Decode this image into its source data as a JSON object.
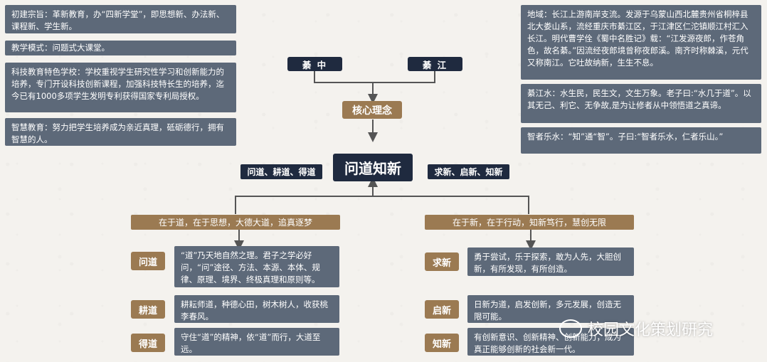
{
  "left_boxes": [
    "初建宗旨：革新教育，办“四新学堂”，即思想新、办法新、课程新、学生新。",
    "教学模式：问题式大课堂。",
    "科技教育特色学校：学校重视学生研究性学习和创新能力的培养，专门开设科技创新课程，加强科技特长生的培养，迄今已有1000多项学生发明专利获得国家专利局授权。",
    "智慧教育：努力把学生培养成为亲近真理，砥砺德行，拥有智慧的人。"
  ],
  "right_boxes": [
    "地域：长江上游南岸支流。发源于乌蒙山西北麓贵州省桐梓县北大娄山系，流经重庆市綦江区，于江津区仁沱镇顺江村汇入长江。明代曹学佺《蜀中名胜记》载：“江发源夜郎，作苍角色，故名綦。”因流经夜郎境曾称夜郎溪。南齐时称棘溪，元代又称南江。它吐故纳新，生生不息。",
    "綦江水：水生民，民生文，文生万象。老子曰:“水几于道”。以其无己、利它、无争故,是为让修者从中领悟道之真谛。",
    "智者乐水：“知”通“智”。子曰:“智者乐水，仁者乐山。”"
  ],
  "top_nodes": {
    "left": "綦 中",
    "right": "綦 江"
  },
  "core_label": "核心理念",
  "main_title": "问道知新",
  "side_labels": {
    "left": "问道、耕道、得道",
    "right": "求新、启新、知新"
  },
  "branch_left": "在于道，在于思想，大德大道，追真逐梦",
  "branch_right": "在于新，在于行动，知新笃行，慧创无限",
  "left_items": [
    {
      "tag": "问道",
      "text": "“道”乃天地自然之理。君子之学必好问，“问”途径、方法、本源、本体、规律、原理、境界、终极真理和原则等。"
    },
    {
      "tag": "耕道",
      "text": "耕耘师道，种德心田，树木树人，收获桃李春风。"
    },
    {
      "tag": "得道",
      "text": "守住“道”的精神，依“道”而行，大道至远。"
    }
  ],
  "right_items": [
    {
      "tag": "求新",
      "text": "勇于尝试，乐于探索，敢为人先，大胆创新，有所发现，有所创造。"
    },
    {
      "tag": "启新",
      "text": "日新为道，启发创新，多元发展，创造无限可能。"
    },
    {
      "tag": "知新",
      "text": "有创新意识、创新精神、创新能力，成为真正能够创新的社会新一代。"
    }
  ],
  "watermark": "校园文化策划研究",
  "colors": {
    "navy": "#1f2a3f",
    "slate": "#5d6979",
    "gold": "#9b7a52",
    "line": "#555555"
  }
}
